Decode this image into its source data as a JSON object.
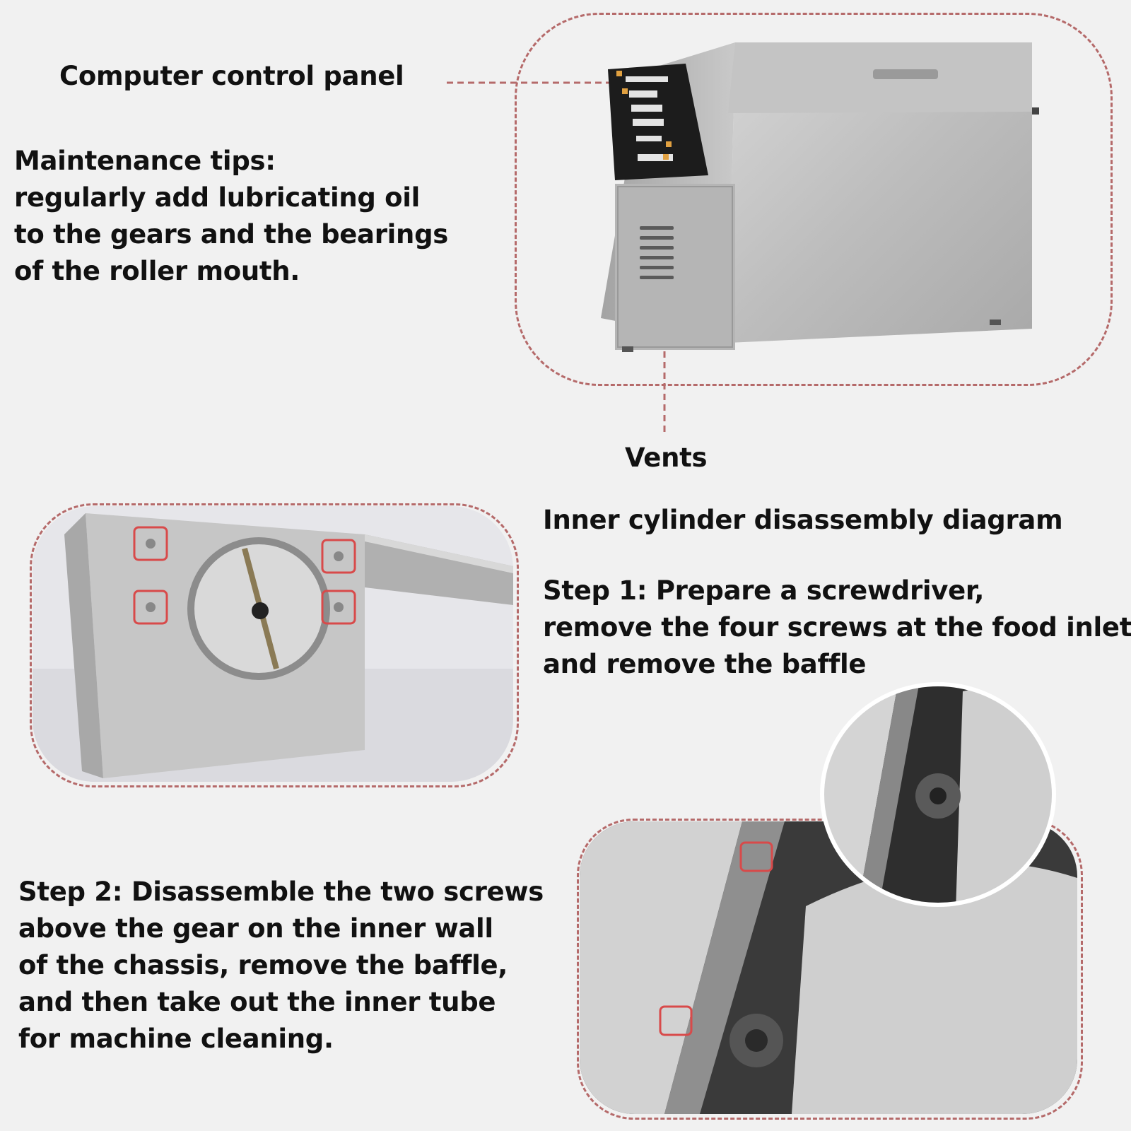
{
  "labels": {
    "control_panel": "Computer control panel",
    "maintenance_title": "Maintenance tips:",
    "maintenance_lines": [
      "regularly add lubricating oil",
      "to the gears and the bearings",
      "of the roller mouth."
    ],
    "vents": "Vents",
    "diagram_title": "Inner cylinder disassembly diagram",
    "step1_lines": [
      "Step 1: Prepare a screwdriver,",
      "remove the four screws at the food inlet,",
      "and remove the baffle"
    ],
    "step2_lines": [
      "Step 2: Disassemble the two screws",
      "above the gear on the inner wall",
      "of the chassis, remove the baffle,",
      "and then take out the inner tube",
      "for machine cleaning."
    ]
  },
  "colors": {
    "background": "#f1f1f1",
    "dash_frame": "#b56a6a",
    "screw_highlight": "#d84a4a",
    "steel": "#b9b9b9",
    "panel_dark": "#1c1c1c"
  }
}
